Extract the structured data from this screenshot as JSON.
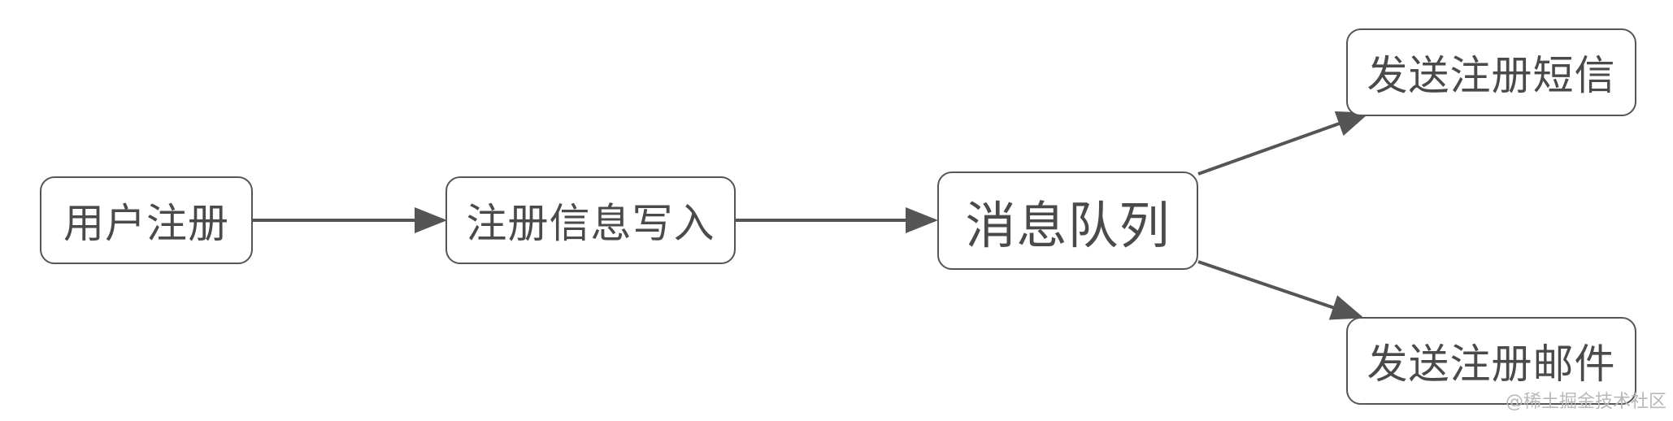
{
  "nodes": {
    "register": "用户注册",
    "write": "注册信息写入",
    "queue": "消息队列",
    "sms": "发送注册短信",
    "email": "发送注册邮件"
  },
  "watermark": "@稀土掘金技术社区",
  "colors": {
    "stroke": "#555555",
    "text": "#4a4a4a",
    "watermark": "#b8b8b8"
  }
}
